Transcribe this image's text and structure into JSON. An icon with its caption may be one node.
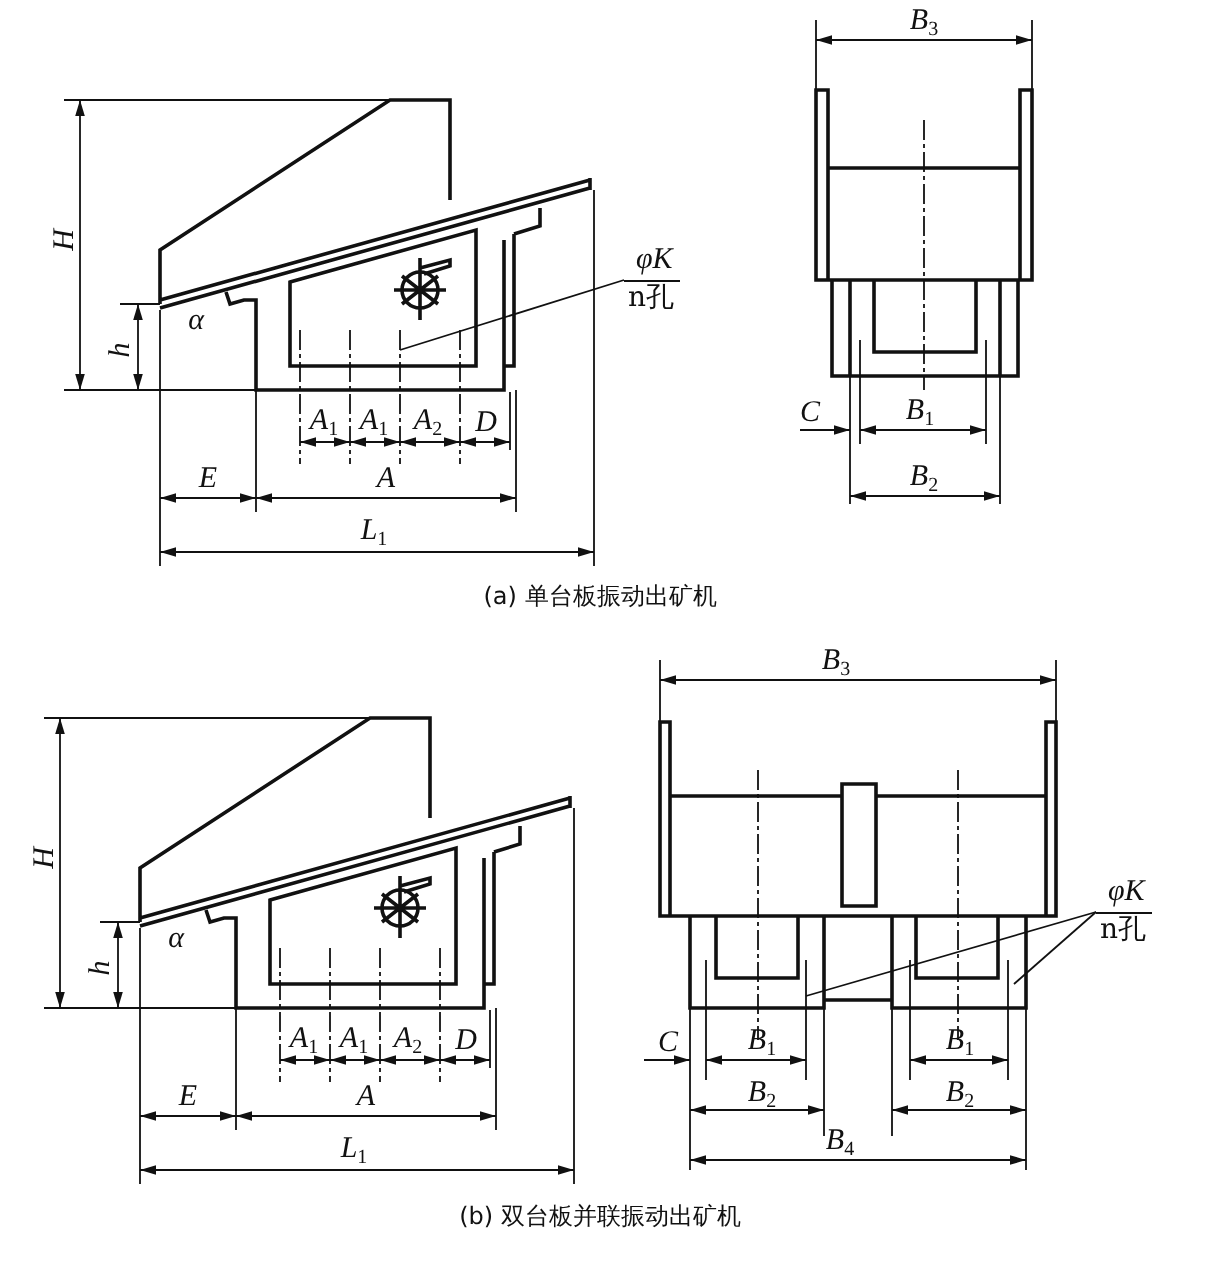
{
  "diagram": {
    "nodes": [
      {
        "text": [
          "φK",
          "n孔"
        ]
      },
      {
        "text": [
          "φK",
          "n孔"
        ]
      }
    ],
    "edges": [
      {
        "from": 0,
        "to": null,
        "arrow": "none"
      },
      {
        "from": 1,
        "to": null,
        "arrow": "none"
      },
      {
        "from": 1,
        "to": null,
        "arrow": "none"
      }
    ],
    "labels": [
      "H",
      "α",
      "h",
      "A$_{1}$",
      "A$_{1}$",
      "A$_{2}$",
      "D",
      "E",
      "A",
      "L$_{1}$",
      "B$_{3}$",
      "C",
      "B$_{1}$",
      "B$_{2}$",
      "(a) 单台板振动出矿机",
      "H",
      "α",
      "h",
      "A$_{1}$",
      "A$_{1}$",
      "A$_{2}$",
      "D",
      "E",
      "A",
      "L$_{1}$",
      "B$_{3}$",
      "C",
      "B$_{1}$",
      "B$_{1}$",
      "B$_{2}$",
      "B$_{2}$",
      "B$_{4}$",
      "(b) 双台板并联振动出矿机"
    ]
  }
}
